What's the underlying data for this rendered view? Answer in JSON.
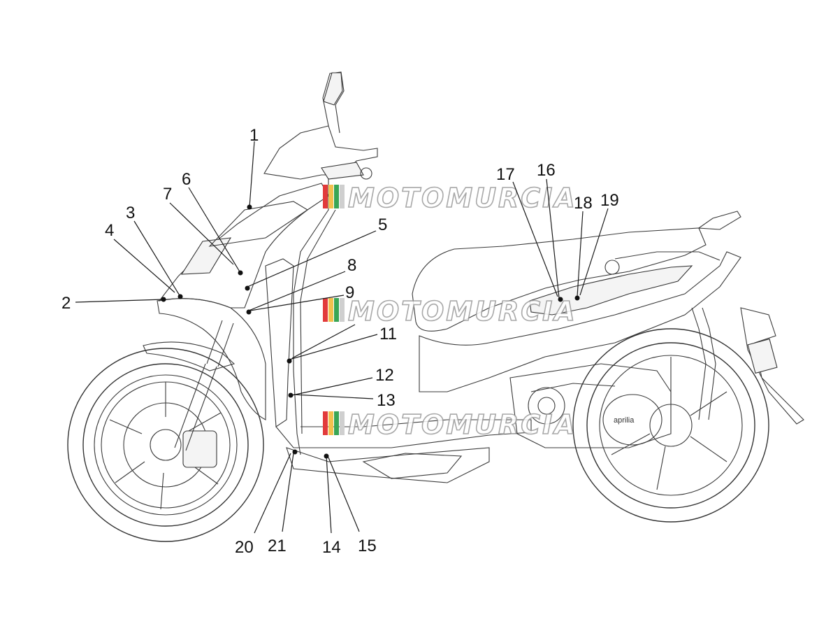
{
  "diagram": {
    "callouts": [
      {
        "id": "c1",
        "label": "1"
      },
      {
        "id": "c2",
        "label": "2"
      },
      {
        "id": "c3",
        "label": "3"
      },
      {
        "id": "c4",
        "label": "4"
      },
      {
        "id": "c5",
        "label": "5"
      },
      {
        "id": "c6",
        "label": "6"
      },
      {
        "id": "c7",
        "label": "7"
      },
      {
        "id": "c8",
        "label": "8"
      },
      {
        "id": "c9",
        "label": "9"
      },
      {
        "id": "c11",
        "label": "11"
      },
      {
        "id": "c12",
        "label": "12"
      },
      {
        "id": "c13",
        "label": "13"
      },
      {
        "id": "c14",
        "label": "14"
      },
      {
        "id": "c15",
        "label": "15"
      },
      {
        "id": "c16",
        "label": "16"
      },
      {
        "id": "c17",
        "label": "17"
      },
      {
        "id": "c18",
        "label": "18"
      },
      {
        "id": "c19",
        "label": "19"
      },
      {
        "id": "c20",
        "label": "20"
      },
      {
        "id": "c21",
        "label": "21"
      }
    ],
    "logo_text": "aprilia"
  },
  "watermark": {
    "text": "MOTOMURCIA",
    "stripe_colors": [
      "#e23b3b",
      "#f2c14e",
      "#3aa655",
      "#cfcfcf"
    ]
  }
}
